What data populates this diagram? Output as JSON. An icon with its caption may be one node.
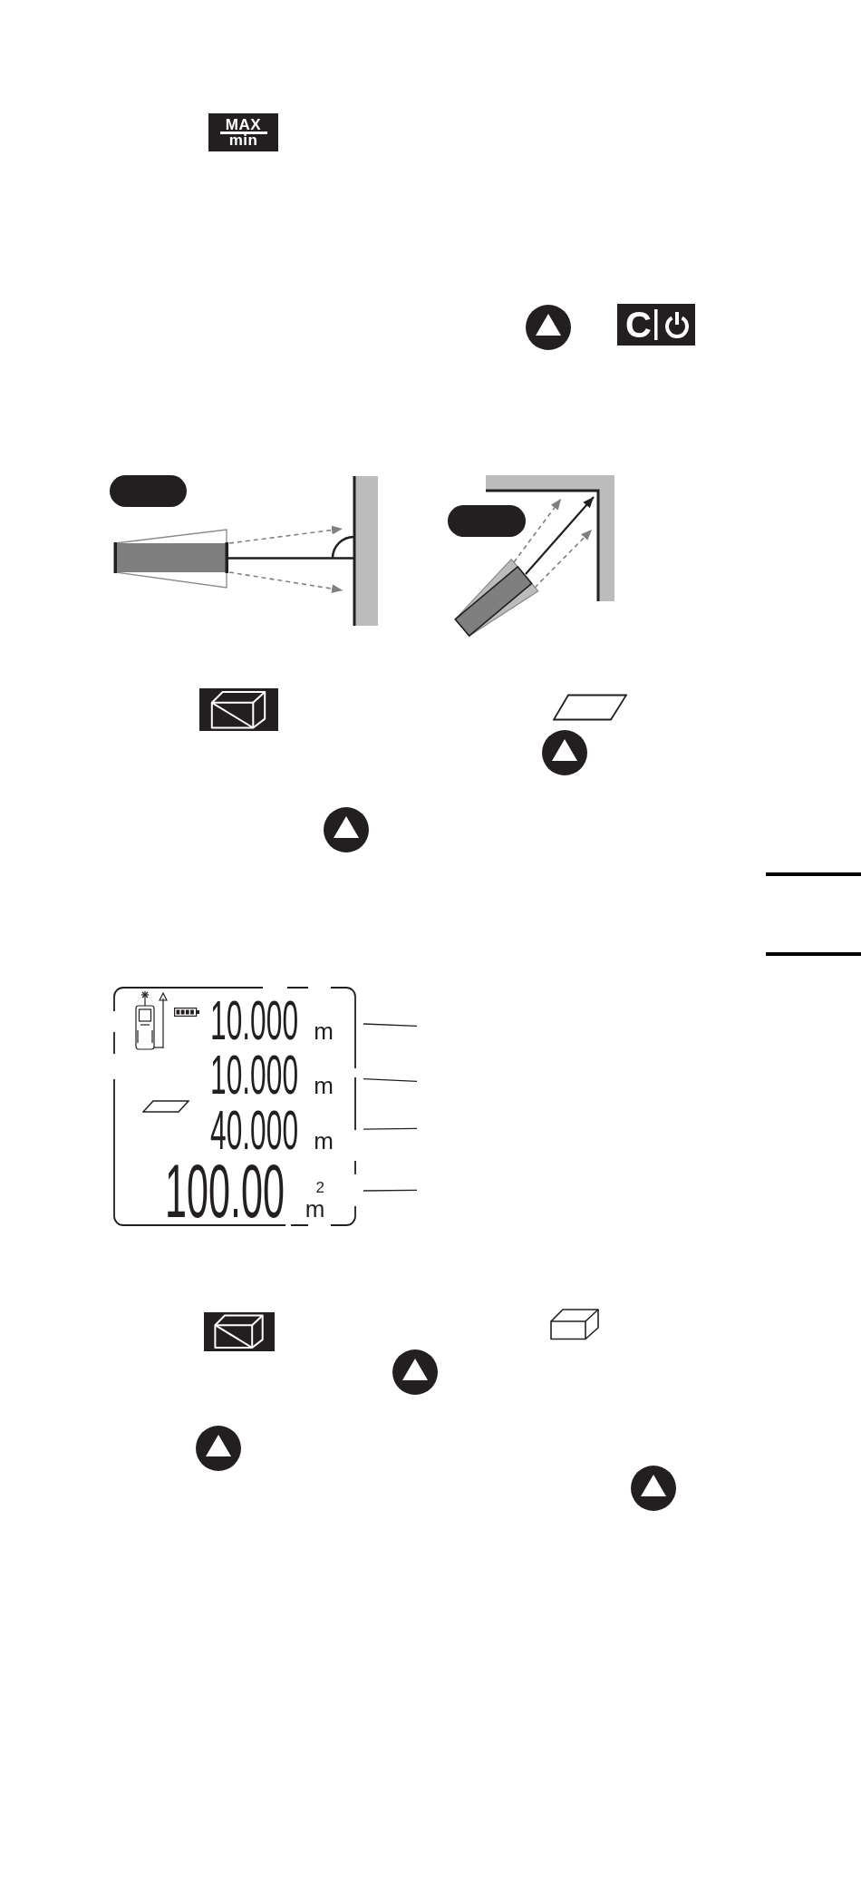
{
  "diagram": {
    "nodes": [
      {
        "text": [],
        "shape": "pill"
      },
      {
        "text": [],
        "shape": "pill"
      },
      {
        "text": [],
        "shape": "box"
      },
      {
        "text": [
          "10.000 m"
        ],
        "in": 2
      },
      {
        "text": [
          "10.000 m"
        ],
        "in": 2
      },
      {
        "text": [
          "40.000 m"
        ],
        "in": 2
      },
      {
        "text": [
          "100.00 m$^{2}$"
        ],
        "in": 2
      }
    ],
    "edges": [
      {
        "from": null,
        "to": 3,
        "arrow": "none"
      },
      {
        "from": null,
        "to": 4,
        "arrow": "none"
      },
      {
        "from": null,
        "to": 5,
        "arrow": "none"
      },
      {
        "from": null,
        "to": 6,
        "arrow": "none"
      }
    ],
    "labels": [
      "MAX min",
      "C"
    ]
  }
}
